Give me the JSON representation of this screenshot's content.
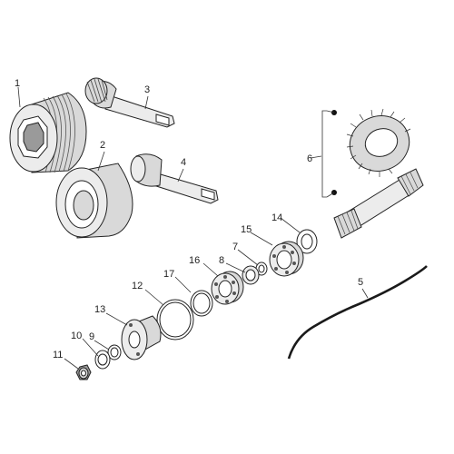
{
  "parts": [
    {
      "id": "p1",
      "label": "1"
    },
    {
      "id": "p2",
      "label": "2"
    },
    {
      "id": "p3",
      "label": "3"
    },
    {
      "id": "p4",
      "label": "4"
    },
    {
      "id": "p5",
      "label": "5"
    },
    {
      "id": "p6",
      "label": "6"
    },
    {
      "id": "p7",
      "label": "7"
    },
    {
      "id": "p8",
      "label": "8"
    },
    {
      "id": "p9",
      "label": "9"
    },
    {
      "id": "p10",
      "label": "10"
    },
    {
      "id": "p11",
      "label": "11"
    },
    {
      "id": "p12",
      "label": "12"
    },
    {
      "id": "p13",
      "label": "13"
    },
    {
      "id": "p14",
      "label": "14"
    },
    {
      "id": "p15",
      "label": "15"
    },
    {
      "id": "p16",
      "label": "16"
    },
    {
      "id": "p17",
      "label": "17"
    }
  ]
}
